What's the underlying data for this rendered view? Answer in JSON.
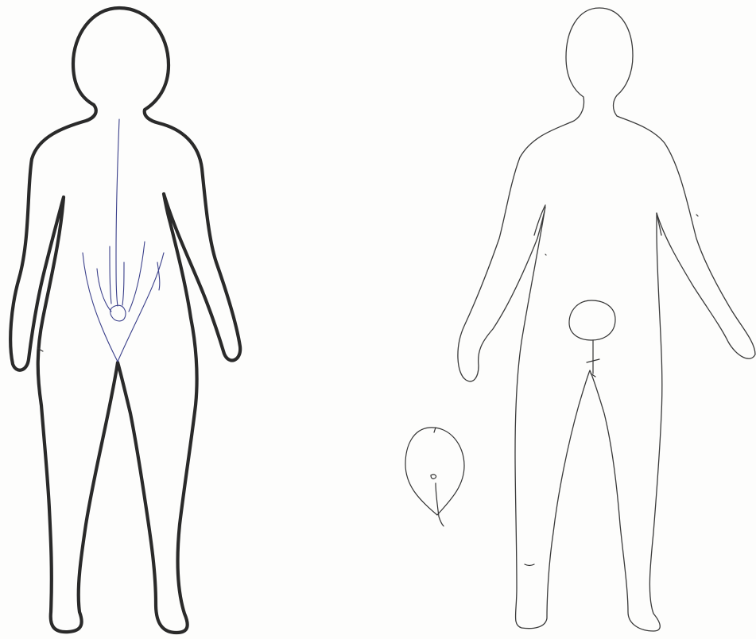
{
  "figures": [
    {
      "id": "left",
      "outline": "thick",
      "annotation_color": "#3a3f8a"
    },
    {
      "id": "right",
      "outline": "thin",
      "annotation_color": "#333333"
    }
  ],
  "colors": {
    "paper": "#fdfdfc",
    "ink": "#2a2a2a",
    "blue_pen": "#3a3f8a"
  }
}
